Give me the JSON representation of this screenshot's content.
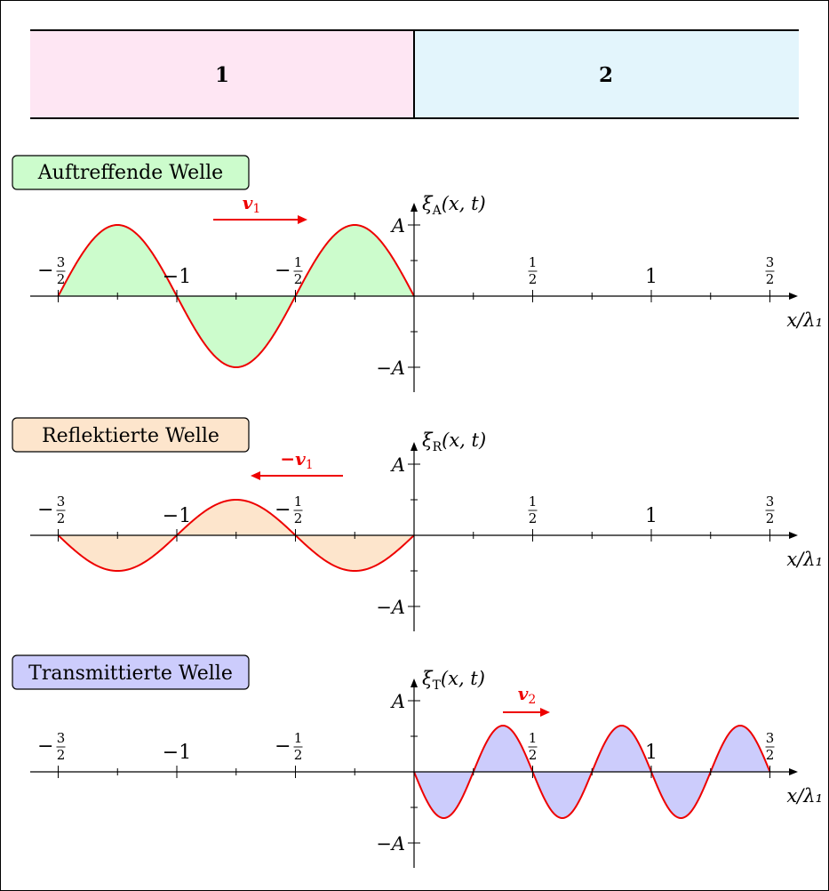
{
  "media": {
    "regions": [
      {
        "label": "1",
        "fill": "#fee6f3"
      },
      {
        "label": "2",
        "fill": "#e3f5fc"
      }
    ]
  },
  "x_ticks": [
    {
      "value": -1.5,
      "num": "3",
      "den": "2",
      "sign": "−"
    },
    {
      "value": -1.0,
      "text": "−1"
    },
    {
      "value": -0.5,
      "num": "1",
      "den": "2",
      "sign": "−"
    },
    {
      "value": 0.5,
      "num": "1",
      "den": "2",
      "sign": ""
    },
    {
      "value": 1.0,
      "text": "1"
    },
    {
      "value": 1.5,
      "num": "3",
      "den": "2",
      "sign": ""
    }
  ],
  "x_axis_label": "x/λ₁",
  "y_tick_pos": "A",
  "y_tick_neg": "−A",
  "panels": [
    {
      "title": "Auftreffende Welle",
      "title_fill": "#ccfccc",
      "y_label": "ξA(x, t)",
      "y_label_main": "ξ",
      "y_label_sub": "A",
      "y_label_args": "(x, t)",
      "velocity": "v1",
      "velocity_main": "v",
      "velocity_sub": "1",
      "velocity_direction": "right",
      "curve_fill": "#ccfccc",
      "wave": {
        "x_from": -1.5,
        "x_to": 0.0,
        "amplitude": 1.0,
        "wavelength": 1.0,
        "phase_sign": -1
      }
    },
    {
      "title": "Reflektierte Welle",
      "title_fill": "#fde5cc",
      "y_label": "ξR(x, t)",
      "y_label_main": "ξ",
      "y_label_sub": "R",
      "y_label_args": "(x, t)",
      "velocity": "−v1",
      "velocity_main": "−v",
      "velocity_sub": "1",
      "velocity_direction": "left",
      "curve_fill": "#fde5cc",
      "wave": {
        "x_from": -1.5,
        "x_to": 0.0,
        "amplitude": 0.5,
        "wavelength": 1.0,
        "phase_sign": 1
      }
    },
    {
      "title": "Transmittierte Welle",
      "title_fill": "#ccccfc",
      "y_label": "ξT(x, t)",
      "y_label_main": "ξ",
      "y_label_sub": "T",
      "y_label_args": "(x, t)",
      "velocity": "v2",
      "velocity_main": "v",
      "velocity_sub": "2",
      "velocity_direction": "right",
      "curve_fill": "#ccccfc",
      "wave": {
        "x_from": 0.0,
        "x_to": 1.5,
        "amplitude": 0.65,
        "wavelength": 0.5,
        "phase_sign": -1
      }
    }
  ],
  "colors": {
    "wave_stroke": "#ee0000",
    "velocity": "#ee0000"
  }
}
